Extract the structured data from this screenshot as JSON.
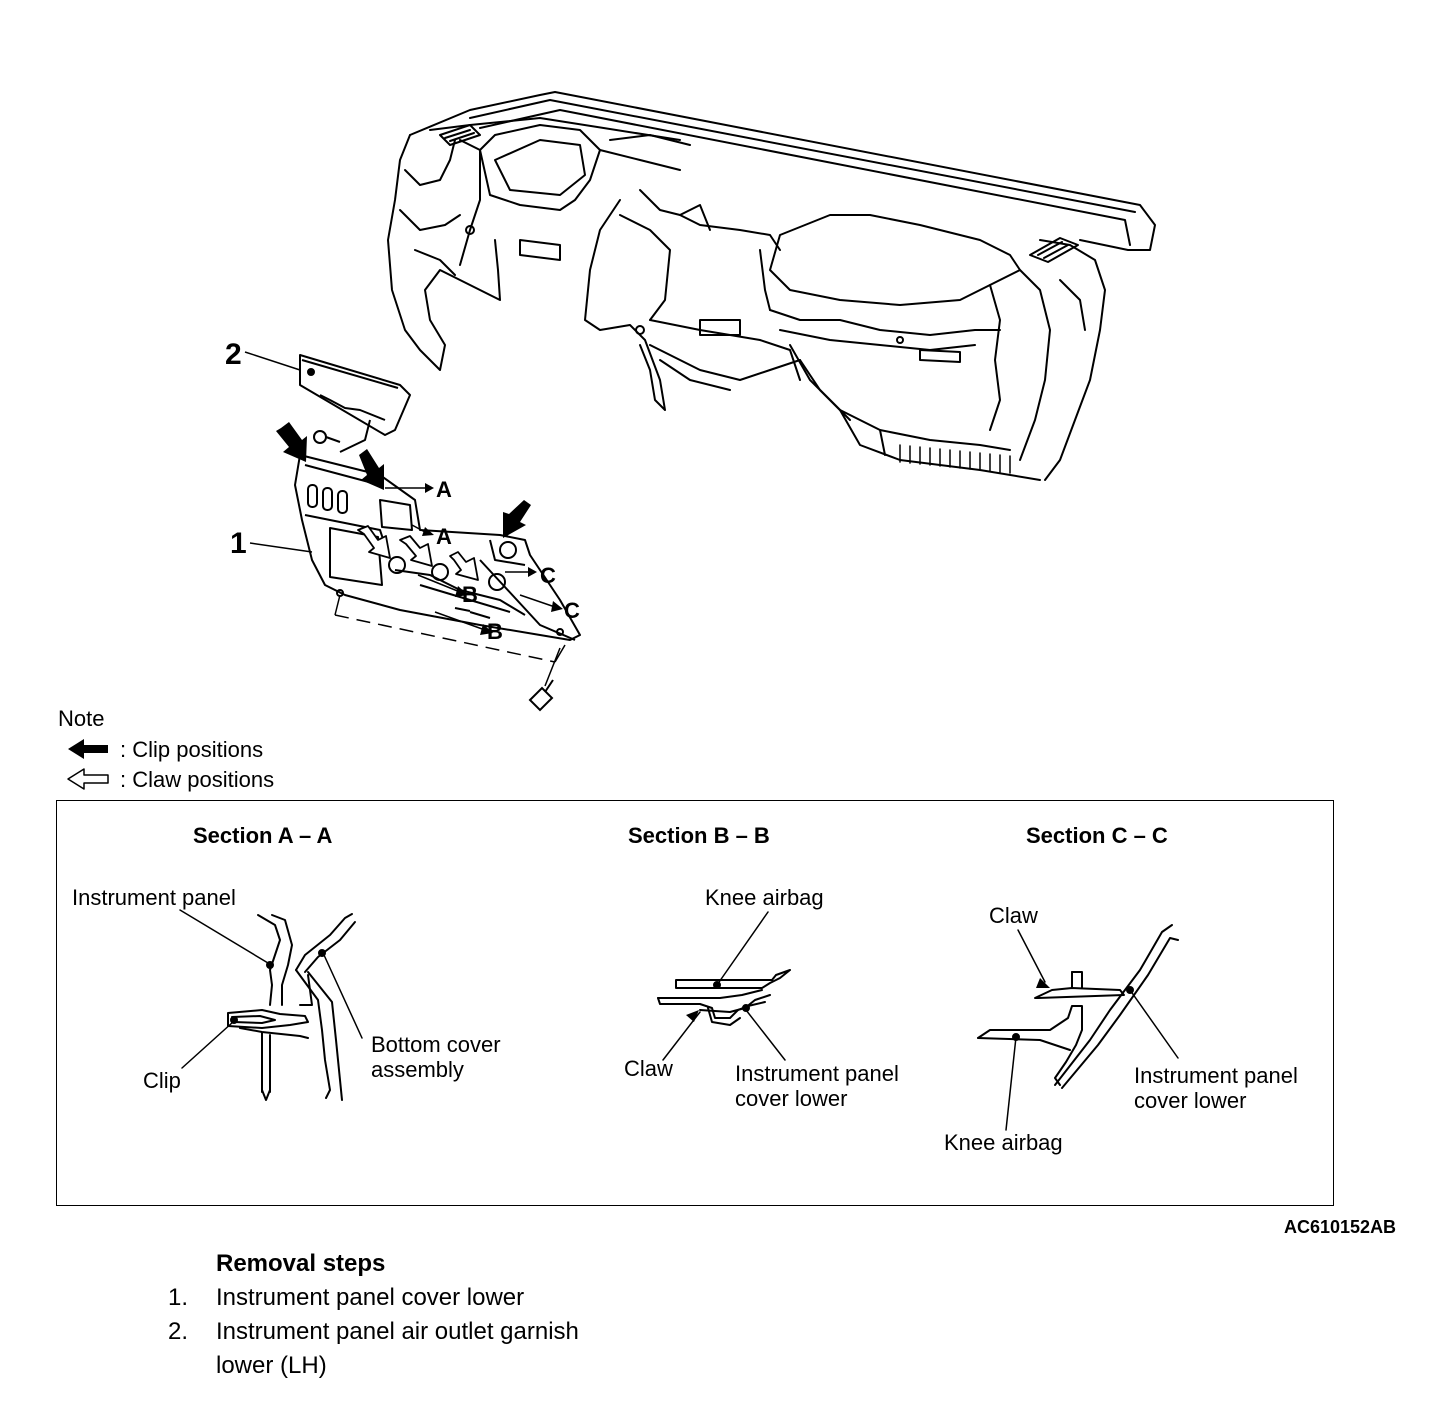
{
  "diagram": {
    "callouts": [
      "1",
      "2"
    ],
    "view_marks": [
      "A",
      "A",
      "B",
      "B",
      "C",
      "C"
    ]
  },
  "note": {
    "title": "Note",
    "items": [
      {
        "icon": "solid-arrow-icon",
        "label": ": Clip positions"
      },
      {
        "icon": "outline-arrow-icon",
        "label": ": Claw positions"
      }
    ]
  },
  "sections": [
    {
      "title": "Section A – A",
      "labels": [
        "Instrument panel",
        "Clip",
        "Bottom cover",
        "assembly"
      ]
    },
    {
      "title": "Section B – B",
      "labels": [
        "Knee airbag",
        "Claw",
        "Instrument panel",
        "cover lower"
      ]
    },
    {
      "title": "Section C – C",
      "labels": [
        "Claw",
        "Instrument panel",
        "cover lower",
        "Knee airbag"
      ]
    }
  ],
  "figure_code": "AC610152AB",
  "removal": {
    "title": "Removal steps",
    "steps": [
      {
        "num": "1.",
        "lines": [
          "Instrument panel cover lower"
        ]
      },
      {
        "num": "2.",
        "lines": [
          "Instrument panel air outlet garnish",
          "lower (LH)"
        ]
      }
    ]
  }
}
